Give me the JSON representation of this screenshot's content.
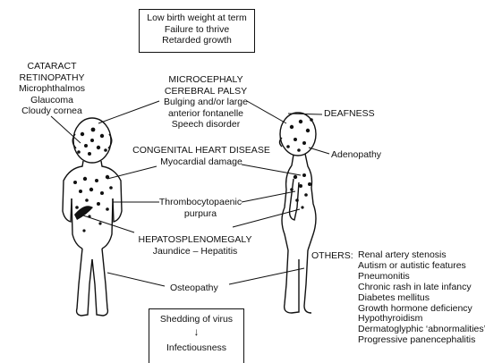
{
  "top_box": [
    "Low birth weight at term",
    "Failure to thrive",
    "Retarded growth"
  ],
  "eye": [
    "CATARACT",
    "RETINOPATHY",
    "Microphthalmos",
    "Glaucoma",
    "Cloudy cornea"
  ],
  "brain": [
    "MICROCEPHALY",
    "CEREBRAL PALSY",
    "Bulging and/or large",
    "anterior fontanelle",
    "Speech disorder"
  ],
  "heart": [
    "CONGENITAL HEART DISEASE",
    "Myocardial damage"
  ],
  "deafness": "DEAFNESS",
  "adenopathy": "Adenopathy",
  "purpura": [
    "Thrombocytopaenic",
    "purpura"
  ],
  "liver": [
    "HEPATOSPLENOMEGALY",
    "Jaundice – Hepatitis"
  ],
  "osteopathy": "Osteopathy",
  "others": {
    "heading": "OTHERS:",
    "items": [
      "Renal artery stenosis",
      "Autism or autistic features",
      "Pneumonitis",
      "Chronic rash in late infancy",
      "Diabetes mellitus",
      "Growth hormone deficiency",
      "Hypothyroidism",
      "Dermatoglyphic ‘abnormalities’",
      "Progressive panencephalitis"
    ]
  },
  "virus_box": {
    "top": "Shedding of virus",
    "arrow": "↓",
    "bottom": "Infectiousness"
  }
}
